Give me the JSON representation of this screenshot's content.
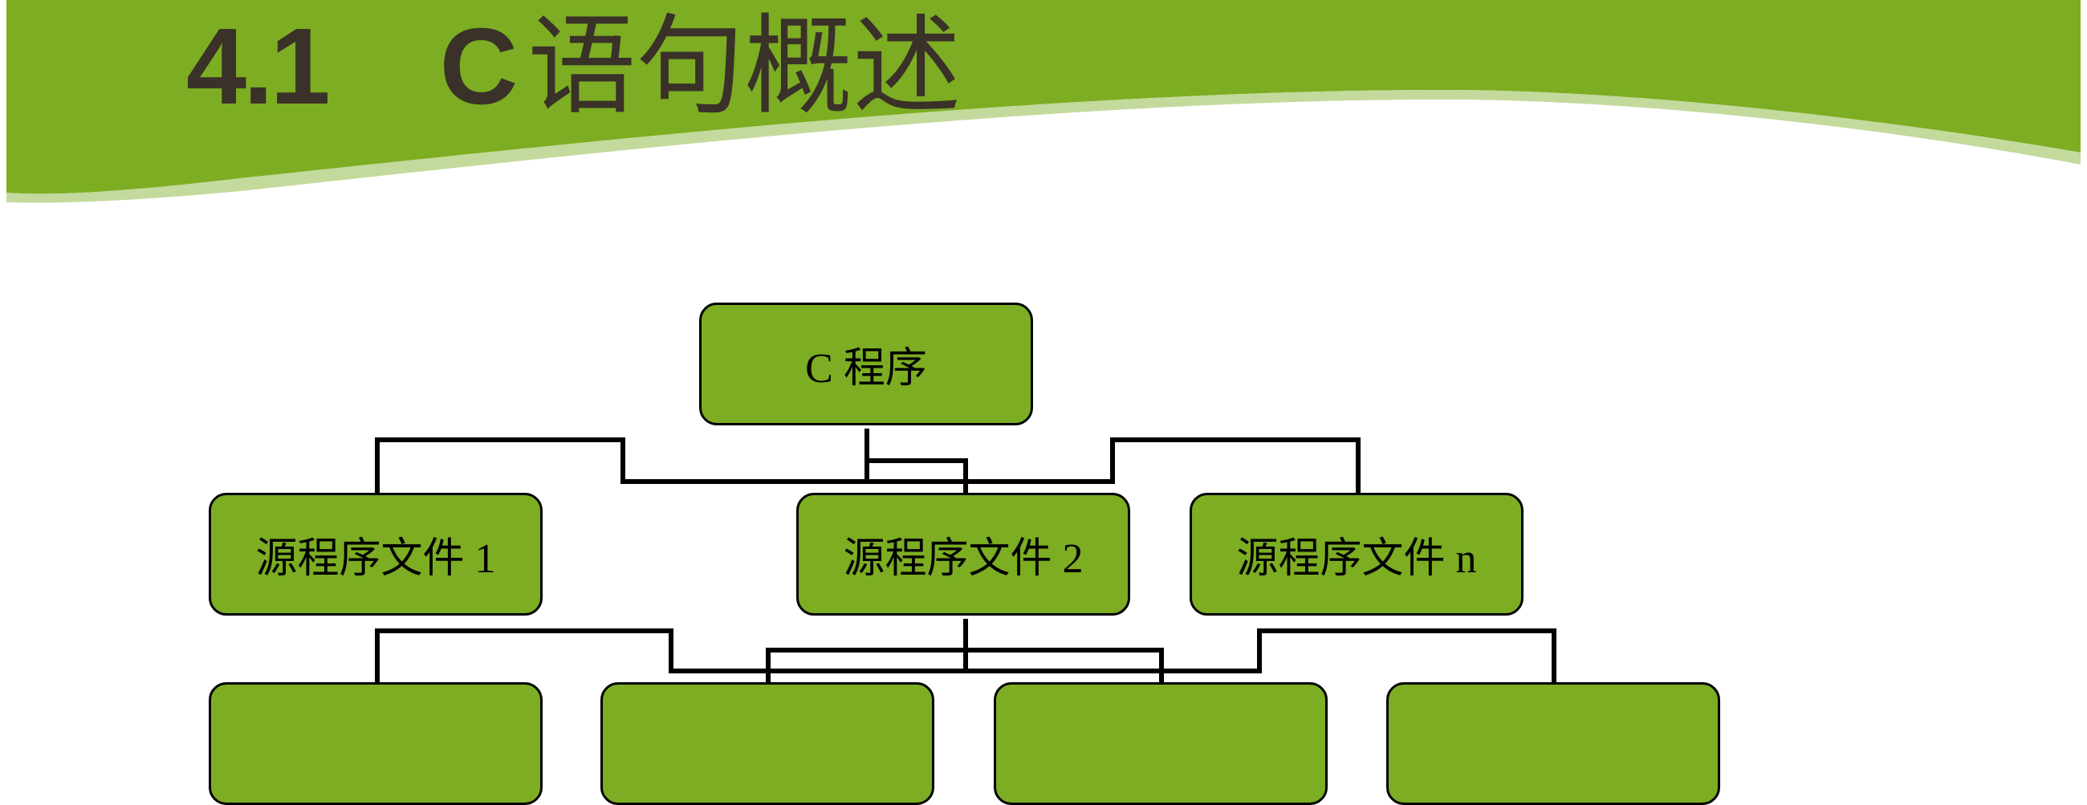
{
  "title": {
    "number": "4.1",
    "letter": "C",
    "text": "语句概述"
  },
  "diagram": {
    "root": "C 程序",
    "files": [
      "源程序文件 1",
      "源程序文件 2",
      "源程序文件 n"
    ],
    "children": [
      "",
      "",
      "",
      ""
    ]
  },
  "colors": {
    "band": "#7cad22",
    "stripe": "#c3da9c",
    "title": "#3a3129",
    "box": "#7cad22"
  }
}
